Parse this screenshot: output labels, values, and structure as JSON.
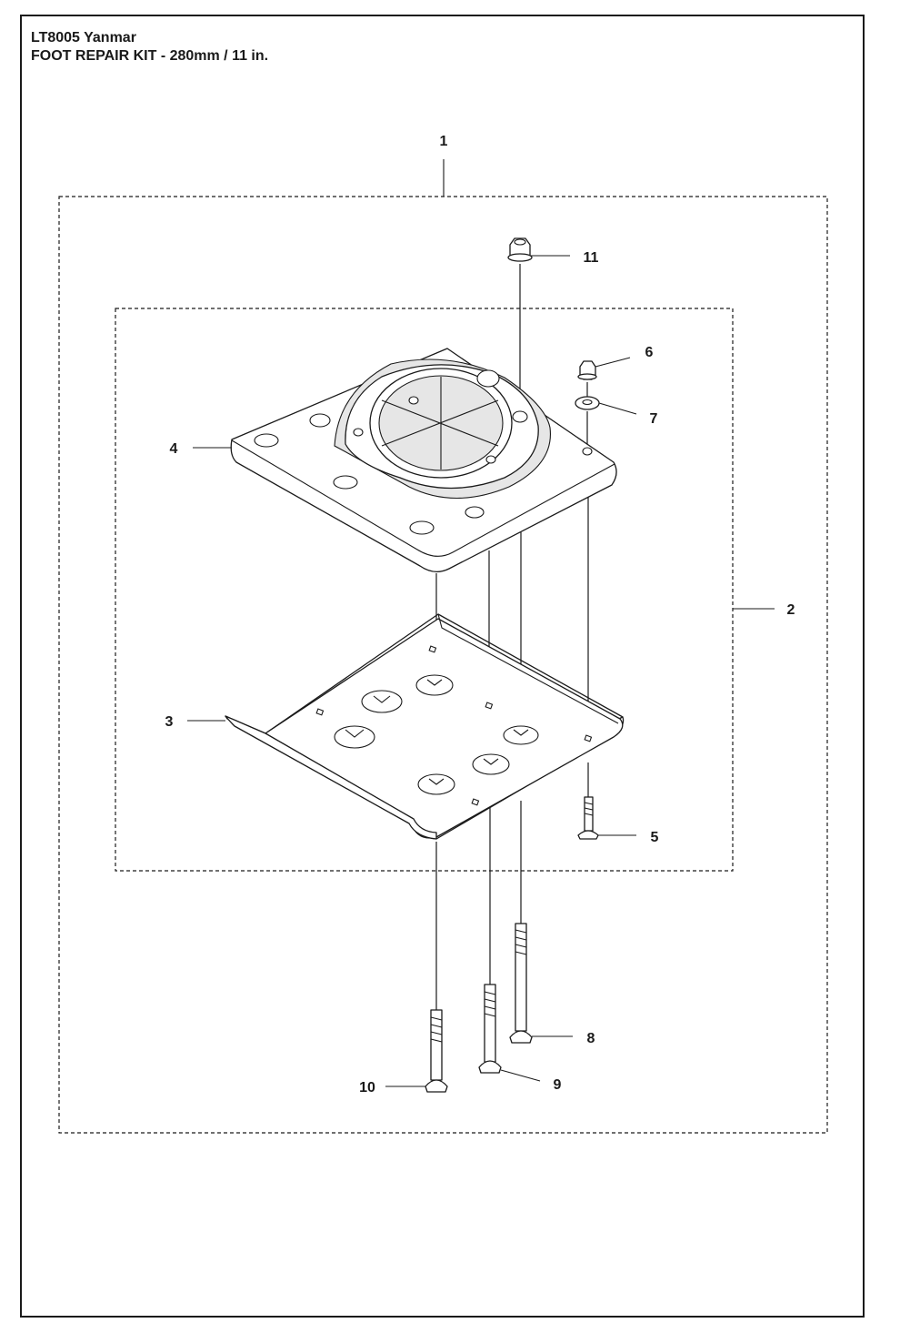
{
  "header": {
    "model": "LT8005 Yanmar",
    "kit_title": "FOOT REPAIR KIT - 280mm / 11 in."
  },
  "callouts": {
    "c1": "1",
    "c2": "2",
    "c3": "3",
    "c4": "4",
    "c5": "5",
    "c6": "6",
    "c7": "7",
    "c8": "8",
    "c9": "9",
    "c10": "10",
    "c11": "11"
  }
}
